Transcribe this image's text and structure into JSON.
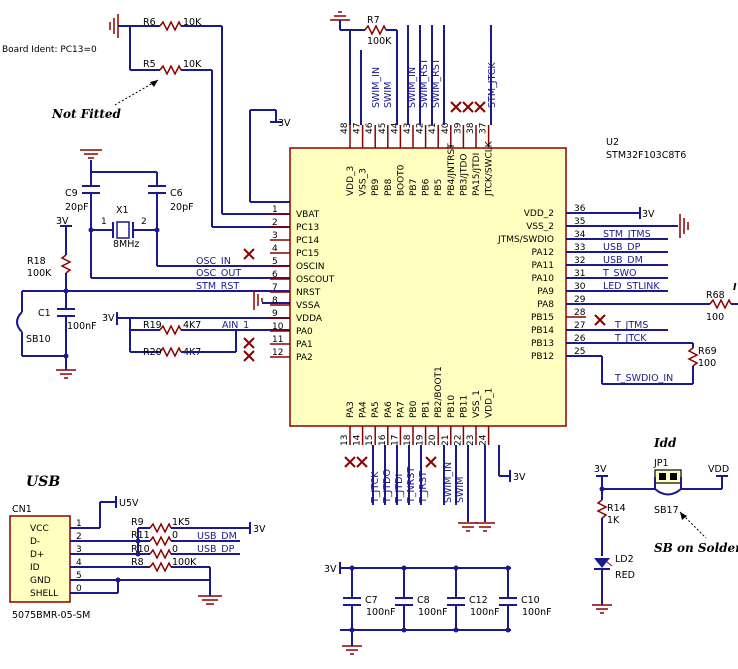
{
  "board_ident": "Board Ident: PC13=0",
  "not_fitted": "Not Fitted",
  "usb_title": "USB",
  "idd_title": "Idd",
  "sb_on_solder": "SB on Solder S",
  "ic": {
    "ref": "U2",
    "part": "STM32F103C8T6",
    "left_pins": [
      {
        "num": "1",
        "name": "VBAT"
      },
      {
        "num": "2",
        "name": "PC13"
      },
      {
        "num": "3",
        "name": "PC14"
      },
      {
        "num": "4",
        "name": "PC15"
      },
      {
        "num": "5",
        "name": "OSCIN"
      },
      {
        "num": "6",
        "name": "OSCOUT"
      },
      {
        "num": "7",
        "name": "NRST"
      },
      {
        "num": "8",
        "name": "VSSA"
      },
      {
        "num": "9",
        "name": "VDDA"
      },
      {
        "num": "10",
        "name": "PA0"
      },
      {
        "num": "11",
        "name": "PA1"
      },
      {
        "num": "12",
        "name": "PA2"
      }
    ],
    "right_pins": [
      {
        "num": "36",
        "name": "VDD_2"
      },
      {
        "num": "35",
        "name": "VSS_2"
      },
      {
        "num": "34",
        "name": "JTMS/SWDIO"
      },
      {
        "num": "33",
        "name": "PA12"
      },
      {
        "num": "32",
        "name": "PA11"
      },
      {
        "num": "31",
        "name": "PA10"
      },
      {
        "num": "30",
        "name": "PA9"
      },
      {
        "num": "29",
        "name": "PA8"
      },
      {
        "num": "28",
        "name": "PB15"
      },
      {
        "num": "27",
        "name": "PB14"
      },
      {
        "num": "26",
        "name": "PB13"
      },
      {
        "num": "25",
        "name": "PB12"
      }
    ],
    "top_pins": [
      {
        "num": "48",
        "name": "VDD_3"
      },
      {
        "num": "47",
        "name": "VSS_3"
      },
      {
        "num": "46",
        "name": "PB9"
      },
      {
        "num": "45",
        "name": "PB8"
      },
      {
        "num": "44",
        "name": "BOOT0"
      },
      {
        "num": "43",
        "name": "PB7"
      },
      {
        "num": "42",
        "name": "PB6"
      },
      {
        "num": "41",
        "name": "PB5"
      },
      {
        "num": "40",
        "name": "PB4/JNTRST"
      },
      {
        "num": "39",
        "name": "PB3/JTDO"
      },
      {
        "num": "38",
        "name": "PA15/JTDI"
      },
      {
        "num": "37",
        "name": "JTCK/SWCLK"
      }
    ],
    "bottom_pins": [
      {
        "num": "13",
        "name": "PA3"
      },
      {
        "num": "14",
        "name": "PA4"
      },
      {
        "num": "15",
        "name": "PA5"
      },
      {
        "num": "16",
        "name": "PA6"
      },
      {
        "num": "17",
        "name": "PA7"
      },
      {
        "num": "18",
        "name": "PB0"
      },
      {
        "num": "19",
        "name": "PB1"
      },
      {
        "num": "20",
        "name": "PB2/BOOT1"
      },
      {
        "num": "21",
        "name": "PB10"
      },
      {
        "num": "22",
        "name": "PB11"
      },
      {
        "num": "23",
        "name": "VSS_1"
      },
      {
        "num": "24",
        "name": "VDD_1"
      }
    ]
  },
  "nets": {
    "top": [
      "SWIM_IN",
      "SWIM",
      "SWIM_IN",
      "SWIM_RST",
      "SWIM_RST",
      "STM_JTCK"
    ],
    "left": [
      "OSC_IN",
      "OSC_OUT",
      "STM_RST",
      "AIN_1"
    ],
    "right": [
      "STM_JTMS",
      "USB_DP",
      "USB_DM",
      "T_SWO",
      "LED_STLINK",
      "T_JTMS",
      "T_JTCK",
      "T_SWDIO_IN"
    ],
    "bottom": [
      "T_JTCK",
      "T_JTDO",
      "T_JTDI",
      "T_NRST",
      "T_JRST",
      "SWIM_IN",
      "SWIM"
    ],
    "usb": [
      "USB_DM",
      "USB_DP"
    ]
  },
  "power": {
    "v3": "3V",
    "v5": "U5V",
    "vdd": "VDD"
  },
  "components": {
    "R6": {
      "ref": "R6",
      "val": "10K"
    },
    "R5": {
      "ref": "R5",
      "val": "10K"
    },
    "R7": {
      "ref": "R7",
      "val": "100K"
    },
    "C9": {
      "ref": "C9",
      "val": "20pF"
    },
    "C6": {
      "ref": "C6",
      "val": "20pF"
    },
    "X1": {
      "ref": "X1",
      "val": "8MHz",
      "p1": "1",
      "p2": "2"
    },
    "R18": {
      "ref": "R18",
      "val": "100K"
    },
    "C1": {
      "ref": "C1",
      "val": "100nF"
    },
    "SB10": {
      "ref": "SB10"
    },
    "R19": {
      "ref": "R19",
      "val": "4K7"
    },
    "R20": {
      "ref": "R20",
      "val": "4K7"
    },
    "R68": {
      "ref": "R68",
      "val": "100"
    },
    "R69": {
      "ref": "R69",
      "val": "100"
    },
    "JP1": {
      "ref": "JP1"
    },
    "SB17": {
      "ref": "SB17"
    },
    "R14": {
      "ref": "R14",
      "val": "1K"
    },
    "LD2": {
      "ref": "LD2",
      "val": "RED"
    },
    "CN1": {
      "ref": "CN1",
      "part": "5075BMR-05-SM",
      "pins": [
        "VCC",
        "D-",
        "D+",
        "ID",
        "GND",
        "SHELL"
      ],
      "nums": [
        "1",
        "2",
        "3",
        "4",
        "5",
        "0"
      ]
    },
    "R9": {
      "ref": "R9",
      "val": "1K5"
    },
    "R11": {
      "ref": "R11",
      "val": "0"
    },
    "R10": {
      "ref": "R10",
      "val": "0"
    },
    "R8": {
      "ref": "R8",
      "val": "100K"
    },
    "C7": {
      "ref": "C7",
      "val": "100nF"
    },
    "C8": {
      "ref": "C8",
      "val": "100nF"
    },
    "C12": {
      "ref": "C12",
      "val": "100nF"
    },
    "C10": {
      "ref": "C10",
      "val": "100nF"
    }
  }
}
